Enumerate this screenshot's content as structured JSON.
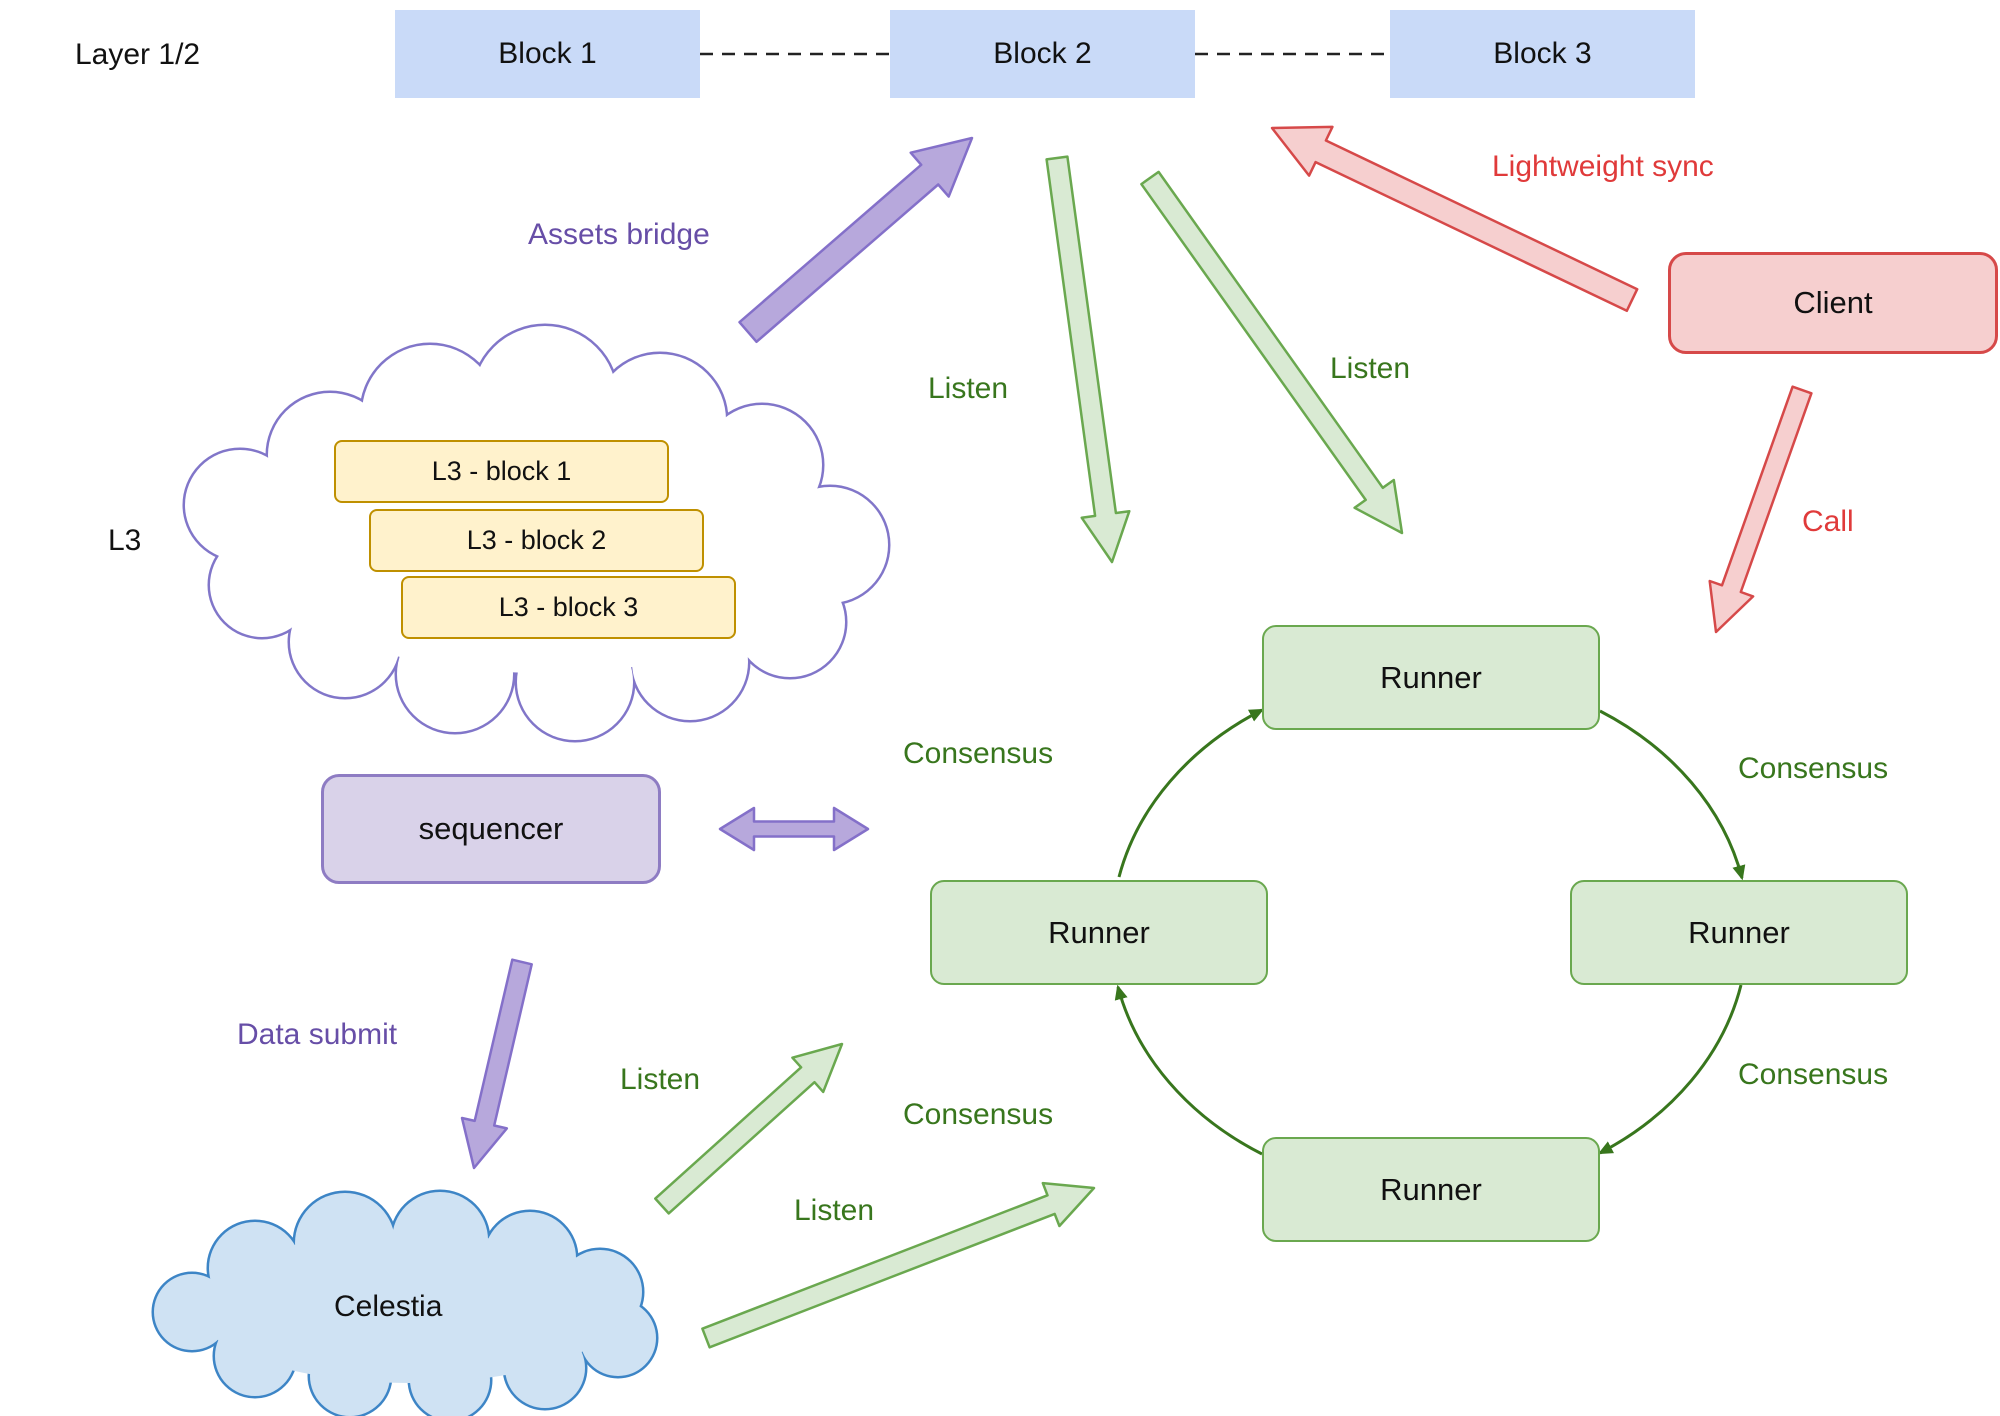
{
  "diagram": {
    "layer_label": "Layer 1/2",
    "block_labels": [
      "Block 1",
      "Block 2",
      "Block 3"
    ],
    "l3": {
      "label": "L3",
      "block_labels": [
        "L3 - block 1",
        "L3 - block 2",
        "L3 - block 3"
      ]
    },
    "sequencer_label": "sequencer",
    "client_label": "Client",
    "celestia_label": "Celestia",
    "runner_labels": [
      "Runner",
      "Runner",
      "Runner",
      "Runner"
    ],
    "edge_labels": {
      "assets_bridge": "Assets bridge",
      "listen_top_left": "Listen",
      "listen_top_right": "Listen",
      "lightweight_sync": "Lightweight sync",
      "call": "Call",
      "consensus_upper_left": "Consensus",
      "consensus_right_top": "Consensus",
      "consensus_right_bottom": "Consensus",
      "consensus_lower_left": "Consensus",
      "data_submit": "Data submit",
      "listen_celestia_upper": "Listen",
      "listen_celestia_lower": "Listen"
    },
    "colors": {
      "block_fill": "#c9daf8",
      "runner_fill": "#d9ead3",
      "runner_border": "#6aa84f",
      "green_text": "#38761d",
      "purple_arrow_fill": "#b7a8dc",
      "purple_arrow_border": "#8470c9",
      "purple_text": "#674ea7",
      "sequencer_fill": "#d9d2e9",
      "client_fill": "#f6cfcf",
      "red_border": "#d64949",
      "red_text": "#e03a3a",
      "l3_block_fill": "#fff2cc",
      "l3_block_border": "#bf9000",
      "l3_cloud_border": "#8176c9",
      "celestia_fill": "#cfe2f3",
      "celestia_border": "#3d85c6"
    }
  }
}
